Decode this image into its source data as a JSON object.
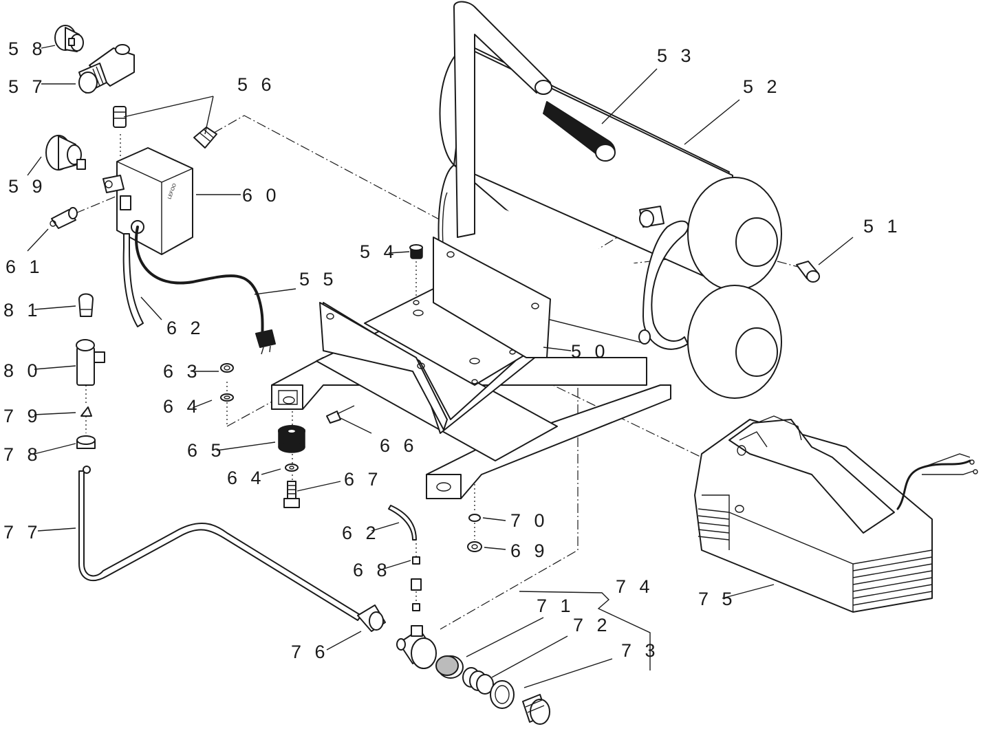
{
  "labels": {
    "p50": "5 0",
    "p51": "5 1",
    "p52": "5 2",
    "p53": "5 3",
    "p54": "5 4",
    "p55": "5 5",
    "p56": "5 6",
    "p57": "5 7",
    "p58": "5 8",
    "p59": "5 9",
    "p60": "6 0",
    "p61": "6 1",
    "p62a": "6 2",
    "p62b": "6 2",
    "p63": "6 3",
    "p64a": "6 4",
    "p64b": "6 4",
    "p65": "6 5",
    "p66": "6 6",
    "p67": "6 7",
    "p68": "6 8",
    "p69": "6 9",
    "p70": "7 0",
    "p71": "7 1",
    "p72": "7 2",
    "p73": "7 3",
    "p74": "7 4",
    "p75": "7 5",
    "p76": "7 6",
    "p77": "7 7",
    "p78": "7 8",
    "p79": "7 9",
    "p80": "8 0",
    "p81": "8 1"
  },
  "colors": {
    "ink": "#1a1a1a",
    "paper": "#ffffff"
  }
}
